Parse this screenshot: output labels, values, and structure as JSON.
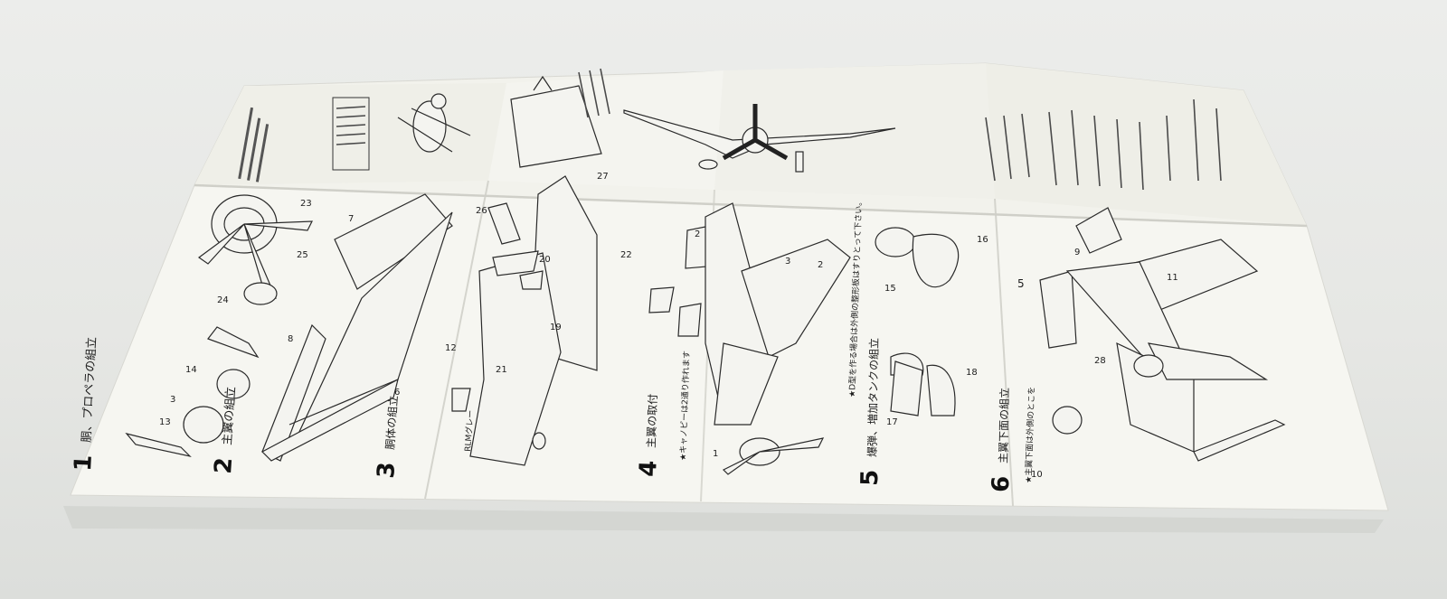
{
  "photo": {
    "subject": "model-kit-assembly-instructions",
    "colors": {
      "paper": "#f6f6f1",
      "ink": "#1c1c1c",
      "background": "#e6e7e4"
    }
  },
  "steps": [
    {
      "num": "1",
      "title": "胴、プロペラの組立"
    },
    {
      "num": "2",
      "title": "主翼の組立"
    },
    {
      "num": "3",
      "title": "胴体の組立"
    },
    {
      "num": "4",
      "title": "主翼の取付"
    },
    {
      "num": "5",
      "title": "爆弾、増加タンクの組立"
    },
    {
      "num": "6",
      "title": "主翼下面の組立"
    }
  ],
  "part_numbers": [
    "23",
    "25",
    "24",
    "14",
    "13",
    "3",
    "7",
    "8",
    "6",
    "26",
    "27",
    "22",
    "20",
    "19",
    "21",
    "12",
    "2",
    "3",
    "2",
    "1",
    "16",
    "15",
    "18",
    "17",
    "9",
    "11",
    "5",
    "28",
    "10"
  ],
  "notes": {
    "paint": "RLMグレー",
    "step4_note": "★キャノピーは2通り作れます",
    "step5_note": "★D型を作る場合は外側の整形板はすりとって下さい。",
    "step6_note": "★主翼下面は外側のとこを"
  }
}
